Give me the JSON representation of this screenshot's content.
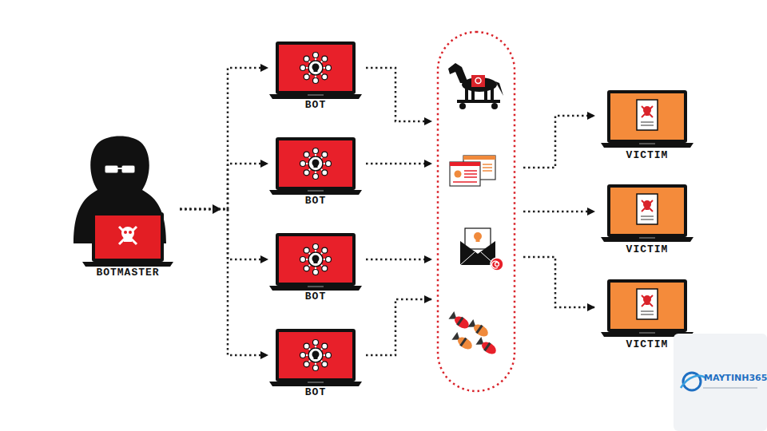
{
  "diagram": {
    "nodes": [
      {
        "text": [
          "BOTMASTER"
        ]
      },
      {
        "text": [
          "BOT"
        ]
      },
      {
        "text": [
          "BOT"
        ]
      },
      {
        "text": [
          "BOT"
        ]
      },
      {
        "text": [
          "BOT"
        ]
      },
      {
        "text": [
          "VICTIM"
        ]
      },
      {
        "text": [
          "VICTIM"
        ]
      },
      {
        "text": [
          "VICTIM"
        ]
      }
    ],
    "edges": [
      {
        "from": 0,
        "to": 1,
        "arrow": "to"
      },
      {
        "from": 0,
        "to": 2,
        "arrow": "to"
      },
      {
        "from": 0,
        "to": 3,
        "arrow": "to"
      },
      {
        "from": 0,
        "to": 4,
        "arrow": "to"
      }
    ],
    "labels": [
      "MAYTINH365"
    ]
  }
}
